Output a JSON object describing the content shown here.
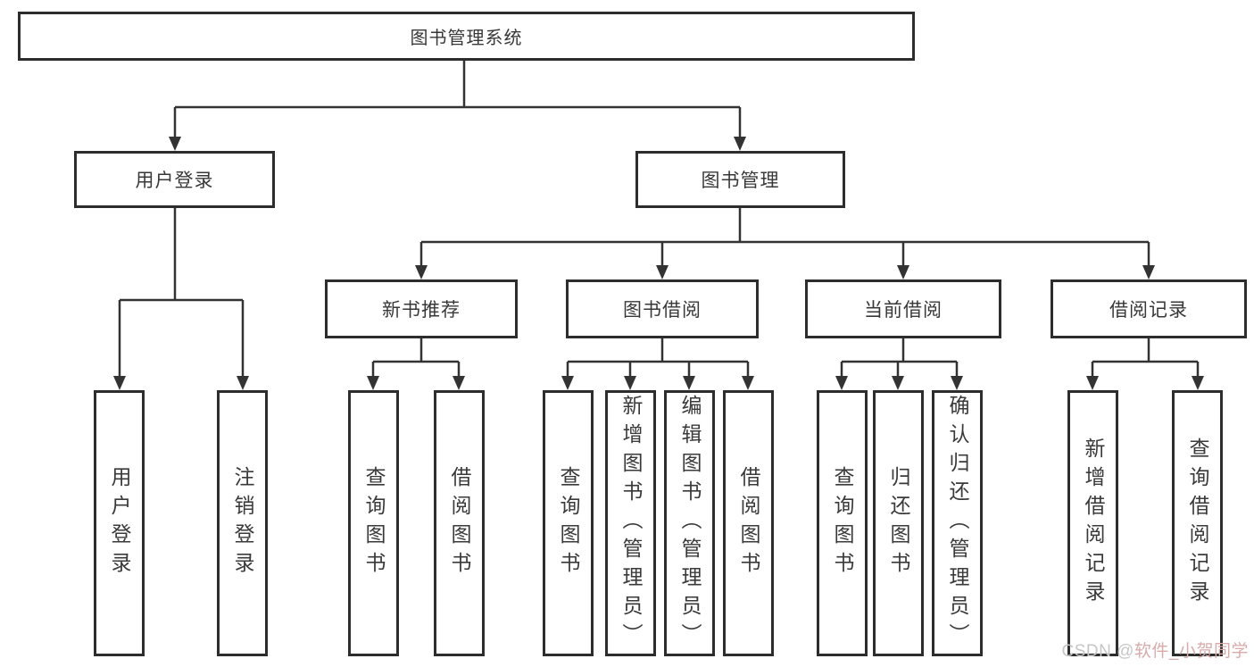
{
  "diagram": {
    "title": "图书管理系统",
    "root_label": "图书管理系统",
    "level2": {
      "user_login": "用户登录",
      "book_mgmt": "图书管理"
    },
    "level3": {
      "new_book": "新书推荐",
      "book_borrow": "图书借阅",
      "current_borrow": "当前借阅",
      "borrow_record": "借阅记录"
    },
    "leaves": {
      "user_login_1": "用户登录",
      "user_login_2": "注销登录",
      "new_book_1": "查询图书",
      "new_book_2": "借阅图书",
      "book_borrow_1": "查询图书",
      "book_borrow_2": "新增图书（管理员）",
      "book_borrow_3": "编辑图书（管理员）",
      "book_borrow_4": "借阅图书",
      "current_borrow_1": "查询图书",
      "current_borrow_2": "归还图书",
      "current_borrow_3": "确认归还（管理员）",
      "borrow_record_1": "新增借阅记录",
      "borrow_record_2": "查询借阅记录"
    }
  },
  "watermark": {
    "part1": "CSDN @",
    "part2": "软件_小贺同学"
  },
  "colors": {
    "line": "#333333",
    "border": "#2d2d2d",
    "text": "#3a3a3a",
    "watermark_gray": "#c6c6c6",
    "watermark_pink": "#d8aaaa"
  }
}
